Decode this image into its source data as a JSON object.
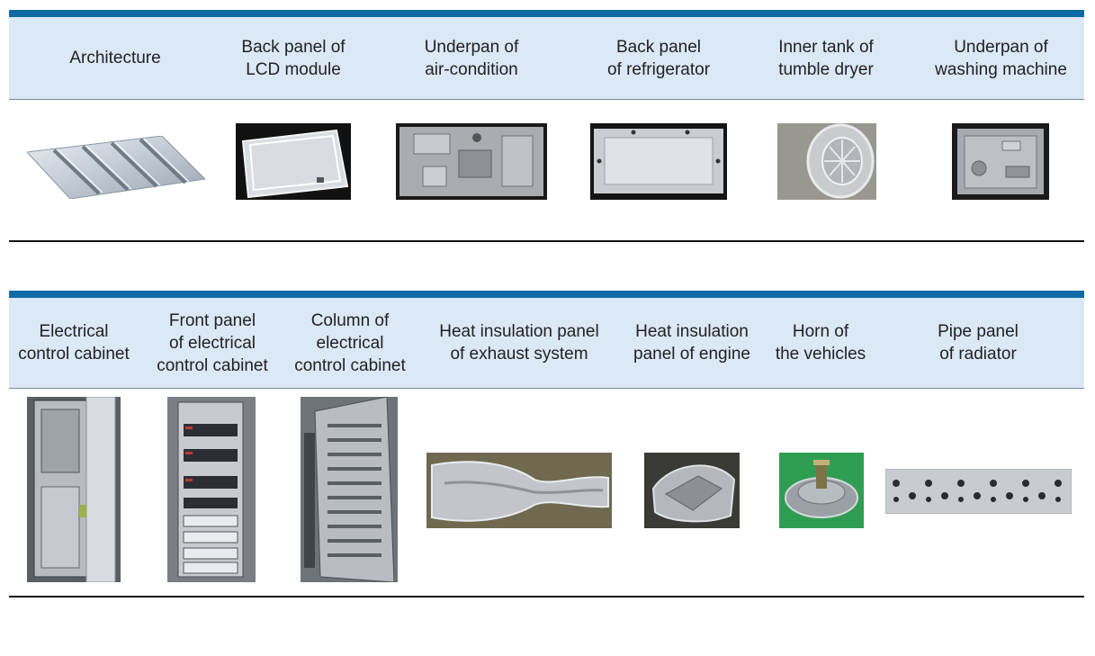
{
  "table1": {
    "columns": [
      {
        "label": "Architecture",
        "image": "corrugated-roof-panel"
      },
      {
        "label": "Back panel of\nLCD module",
        "image": "lcd-back-panel"
      },
      {
        "label": "Underpan of\nair-condition",
        "image": "aircon-underpan"
      },
      {
        "label": "Back panel\nof refrigerator",
        "image": "refrigerator-back-panel"
      },
      {
        "label": "Inner tank of\ntumble dryer",
        "image": "dryer-inner-tank"
      },
      {
        "label": "Underpan of\nwashing machine",
        "image": "washing-machine-underpan"
      }
    ]
  },
  "table2": {
    "columns": [
      {
        "label": "Electrical\ncontrol cabinet",
        "image": "control-cabinet"
      },
      {
        "label": "Front panel\nof electrical\ncontrol cabinet",
        "image": "cabinet-front-panel"
      },
      {
        "label": "Column of\nelectrical\ncontrol cabinet",
        "image": "cabinet-column"
      },
      {
        "label": "Heat insulation panel\nof exhaust system",
        "image": "exhaust-heat-shield"
      },
      {
        "label": "Heat insulation\npanel of engine",
        "image": "engine-heat-shield"
      },
      {
        "label": "Horn of\nthe vehicles",
        "image": "vehicle-horn"
      },
      {
        "label": "Pipe panel\nof radiator",
        "image": "radiator-pipe-panel"
      }
    ]
  },
  "colors": {
    "bar": "#0f6aa6",
    "header_bg": "#dbe8f6"
  }
}
